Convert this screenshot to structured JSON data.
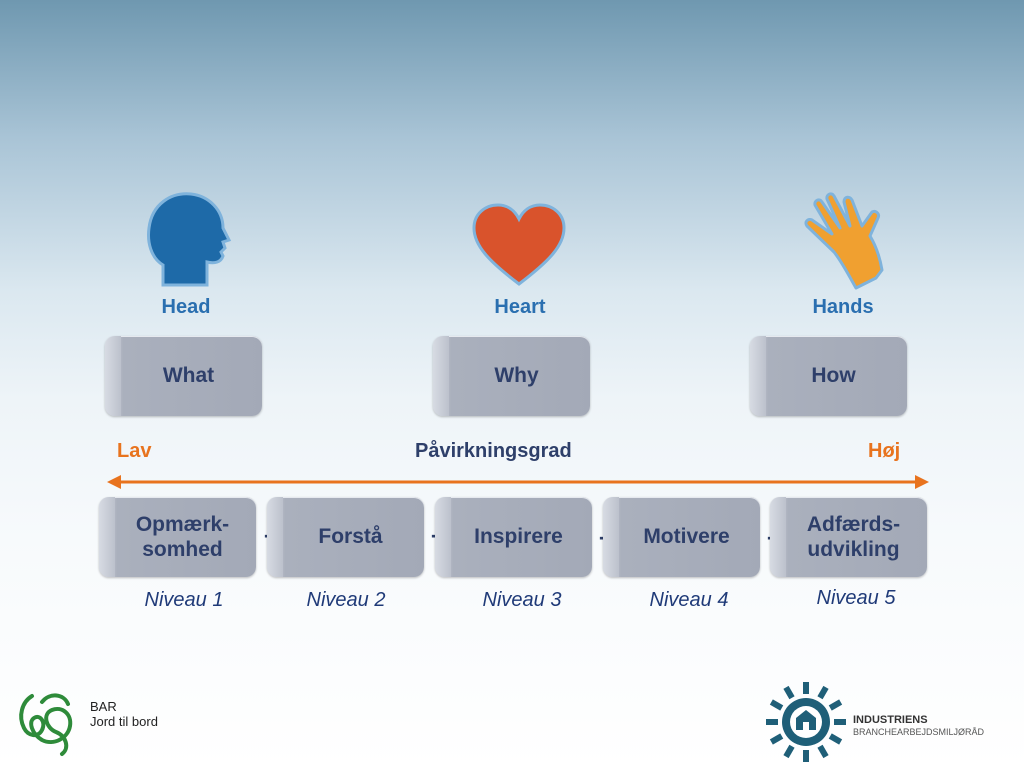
{
  "icons": {
    "head": {
      "label": "Head",
      "icon": "head-profile-icon",
      "color": "#1e6aa8"
    },
    "heart": {
      "label": "Heart",
      "icon": "heart-icon",
      "color": "#d9532c"
    },
    "hands": {
      "label": "Hands",
      "icon": "hand-icon",
      "color": "#f0a030"
    }
  },
  "top_boxes": {
    "what": "What",
    "why": "Why",
    "how": "How"
  },
  "scale": {
    "low": "Lav",
    "title": "Påvirkningsgrad",
    "high": "Høj"
  },
  "steps": [
    {
      "label": "Opmærk-\nsomhed",
      "level": "Niveau 1"
    },
    {
      "label": "Forstå",
      "level": "Niveau 2"
    },
    {
      "label": "Inspirere",
      "level": "Niveau 3"
    },
    {
      "label": "Motivere",
      "level": "Niveau 4"
    },
    {
      "label": "Adfærds-\nudvikling",
      "level": "Niveau 5"
    }
  ],
  "separator": "-",
  "logos": {
    "bar": {
      "line1": "BAR",
      "line2": "Jord til bord"
    },
    "industriens": {
      "line1": "INDUSTRIENS",
      "line2": "BRANCHEARBEJDSMILJØRÅD"
    }
  }
}
